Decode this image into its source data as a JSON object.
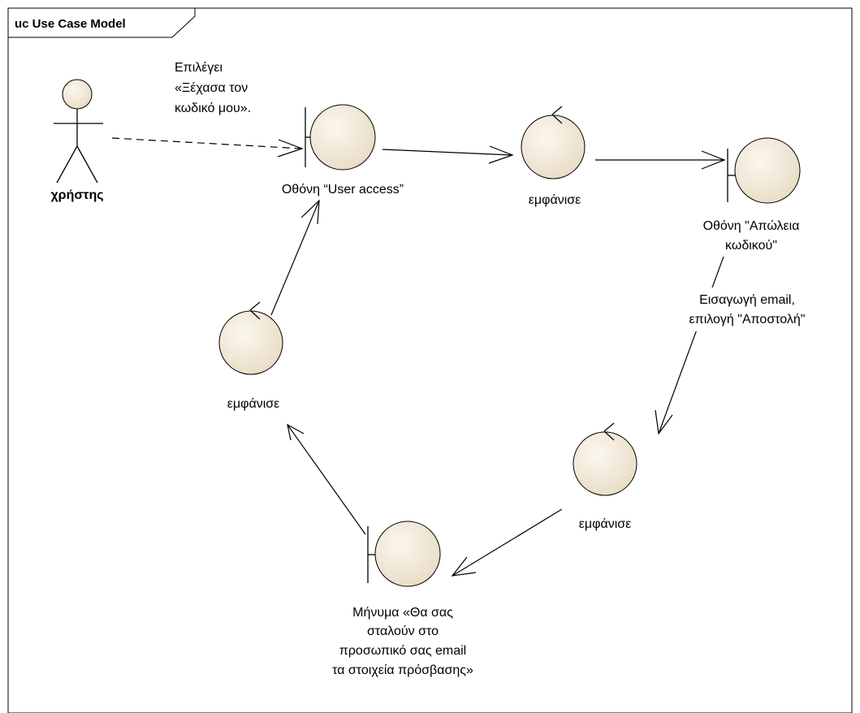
{
  "frame": {
    "title": "uc Use Case Model"
  },
  "actor": {
    "name": "χρήστης"
  },
  "nodes": {
    "boundary_user_access": {
      "kind": "boundary",
      "label_lines": [
        "Οθόνη “User access”"
      ]
    },
    "control_show_1": {
      "kind": "control",
      "label_lines": [
        "εμφάνισε"
      ]
    },
    "boundary_lost_code": {
      "kind": "boundary",
      "label_lines": [
        "Οθόνη \"Απώλεια",
        "κωδικού\""
      ]
    },
    "control_show_2": {
      "kind": "control",
      "label_lines": [
        "εμφάνισε"
      ]
    },
    "boundary_message": {
      "kind": "boundary",
      "label_lines": [
        "Μήνυμα «Θα σας",
        "σταλούν στο",
        "προσωπικό σας email",
        "τα στοιχεία πρόσβασης»"
      ]
    },
    "control_show_3": {
      "kind": "control",
      "label_lines": [
        "εμφάνισε"
      ]
    }
  },
  "edges": [
    {
      "from": "actor",
      "to": "boundary_user_access",
      "style": "dashed",
      "label_lines": [
        "Επιλέγει",
        "«Ξέχασα τον",
        "κωδικό μου»."
      ]
    },
    {
      "from": "boundary_user_access",
      "to": "control_show_1",
      "style": "solid"
    },
    {
      "from": "control_show_1",
      "to": "boundary_lost_code",
      "style": "solid"
    },
    {
      "from": "boundary_lost_code",
      "to": "control_show_2",
      "style": "solid",
      "label_lines": [
        "Εισαγωγή email,",
        "επιλογή \"Αποστολή\""
      ]
    },
    {
      "from": "control_show_2",
      "to": "boundary_message",
      "style": "solid"
    },
    {
      "from": "boundary_message",
      "to": "control_show_3",
      "style": "solid"
    },
    {
      "from": "control_show_3",
      "to": "boundary_user_access",
      "style": "solid"
    }
  ],
  "colors": {
    "element_fill": "#efe5d4",
    "stroke": "#000000",
    "background": "#ffffff"
  }
}
